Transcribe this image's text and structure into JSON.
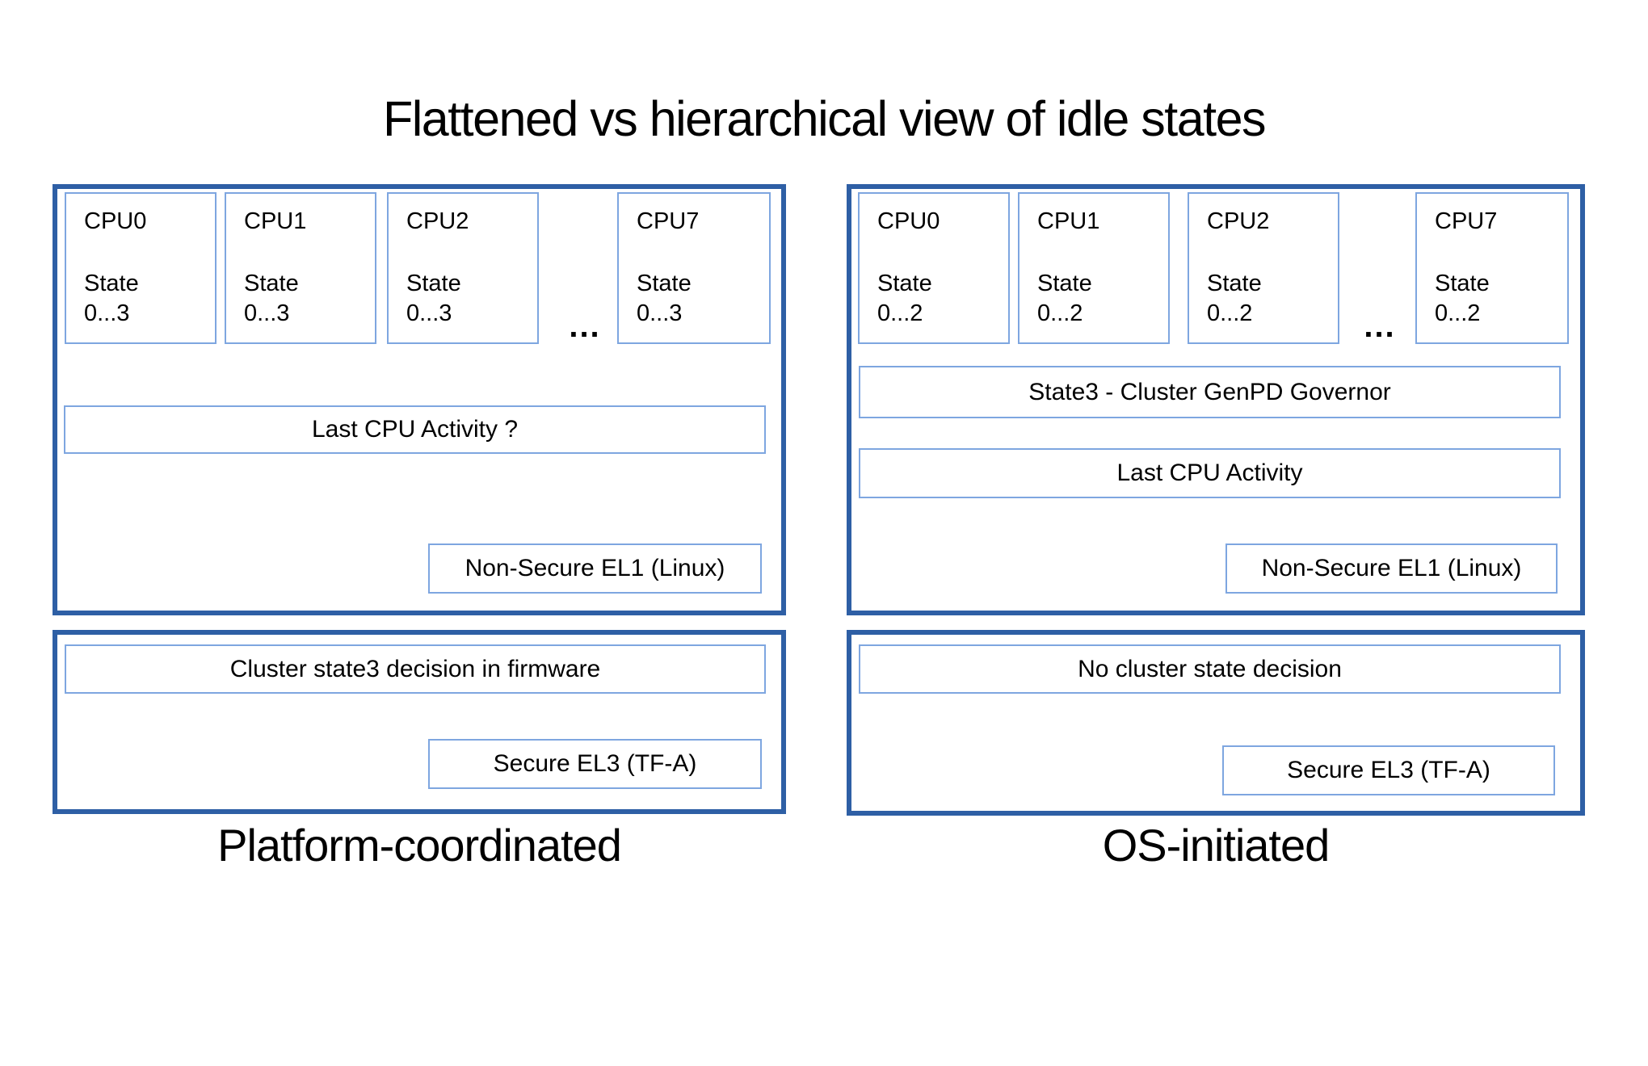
{
  "title": "Flattened vs hierarchical view of idle states",
  "colors": {
    "background": "#ffffff",
    "panel_border": "#2e5fa5",
    "box_border": "#7ea6e0",
    "text": "#000000"
  },
  "left": {
    "caption": "Platform-coordinated",
    "cpus": [
      {
        "name": "CPU0",
        "state": "State\n0...3"
      },
      {
        "name": "CPU1",
        "state": "State\n0...3"
      },
      {
        "name": "CPU2",
        "state": "State\n0...3"
      },
      {
        "name": "CPU7",
        "state": "State\n0...3"
      }
    ],
    "ellipsis": "...",
    "last_cpu_activity": "Last CPU Activity ?",
    "non_secure_el1": "Non-Secure EL1 (Linux)",
    "cluster_decision": "Cluster state3 decision in firmware",
    "secure_el3": "Secure EL3 (TF-A)"
  },
  "right": {
    "caption": "OS-initiated",
    "cpus": [
      {
        "name": "CPU0",
        "state": "State\n0...2"
      },
      {
        "name": "CPU1",
        "state": "State\n0...2"
      },
      {
        "name": "CPU2",
        "state": "State\n0...2"
      },
      {
        "name": "CPU7",
        "state": "State\n0...2"
      }
    ],
    "ellipsis": "...",
    "cluster_governor": "State3 - Cluster GenPD Governor",
    "last_cpu_activity": "Last CPU Activity",
    "non_secure_el1": "Non-Secure EL1 (Linux)",
    "cluster_decision": "No cluster state decision",
    "secure_el3": "Secure EL3 (TF-A)"
  }
}
